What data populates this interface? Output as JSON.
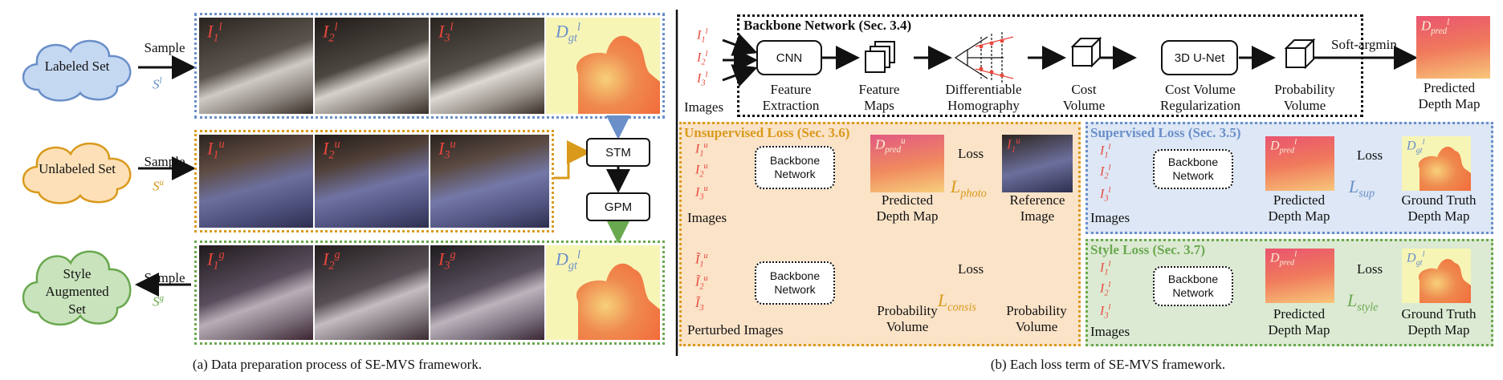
{
  "left": {
    "clouds": {
      "labeled": "Labeled Set",
      "unlabeled": "Unlabeled Set",
      "style": [
        "Style",
        "Augmented",
        "Set"
      ]
    },
    "sample_label": "Sample",
    "sample_symbols": {
      "labeled": "S",
      "labeled_sup": "l",
      "unlabeled": "S",
      "unlabeled_sup": "u",
      "style": "S",
      "style_sup": "g"
    },
    "rows": {
      "labeled": {
        "images": [
          "I1l",
          "I2l",
          "I3l"
        ],
        "depth": "Dgtl"
      },
      "unlabeled": {
        "images": [
          "I1u",
          "I2u",
          "I3u"
        ]
      },
      "style": {
        "images": [
          "I1g",
          "I2g",
          "I3g"
        ],
        "depth": "Dgtl"
      }
    },
    "stm": "STM",
    "gpm": "GPM",
    "caption": "(a) Data preparation process of SE-MVS framework."
  },
  "backbone": {
    "title": "Backbone Network (Sec. 3.4)",
    "inputs_label": "Images",
    "cnn": "CNN",
    "unet": "3D U-Net",
    "stages": [
      [
        "Feature",
        "Extraction"
      ],
      [
        "Feature",
        "Maps"
      ],
      [
        "Differentiable",
        "Homography"
      ],
      [
        "Cost",
        "Volume"
      ],
      [
        "Cost Volume",
        "Regularization"
      ],
      [
        "Probability",
        "Volume"
      ]
    ],
    "soft_argmin": "Soft-argmin",
    "output": [
      "Predicted",
      "Depth Map"
    ]
  },
  "unsup": {
    "title": "Unsupervised Loss (Sec. 3.6)",
    "backbone": [
      "Backbone",
      "Network"
    ],
    "images_label": "Images",
    "perturbed_label": "Perturbed Images",
    "loss": "Loss",
    "l_photo": "photo",
    "l_consis": "consis",
    "predicted": [
      "Predicted",
      "Depth Map"
    ],
    "reference": [
      "Reference",
      "Image"
    ],
    "prob1": [
      "Probability",
      "Volume"
    ],
    "prob2": [
      "Probability",
      "Volume"
    ]
  },
  "sup": {
    "title": "Supervised Loss (Sec. 3.5)",
    "backbone": [
      "Backbone",
      "Network"
    ],
    "images_label": "Images",
    "loss": "Loss",
    "l_sup": "sup",
    "predicted": [
      "Predicted",
      "Depth Map"
    ],
    "gt": [
      "Ground Truth",
      "Depth Map"
    ]
  },
  "style": {
    "title": "Style Loss (Sec. 3.7)",
    "backbone": [
      "Backbone",
      "Network"
    ],
    "images_label": "Images",
    "loss": "Loss",
    "l_style": "style",
    "predicted": [
      "Predicted",
      "Depth Map"
    ],
    "gt": [
      "Ground Truth",
      "Depth Map"
    ]
  },
  "caption_b": "(b) Each loss term of SE-MVS framework.",
  "colors": {
    "blue": "#6a8fc9",
    "orange": "#d99a1c",
    "green": "#6aa84f",
    "red": "#e8473c",
    "blue_bg": "#dde7f5",
    "orange_bg": "#fbe3c8",
    "green_bg": "#dcead3"
  }
}
